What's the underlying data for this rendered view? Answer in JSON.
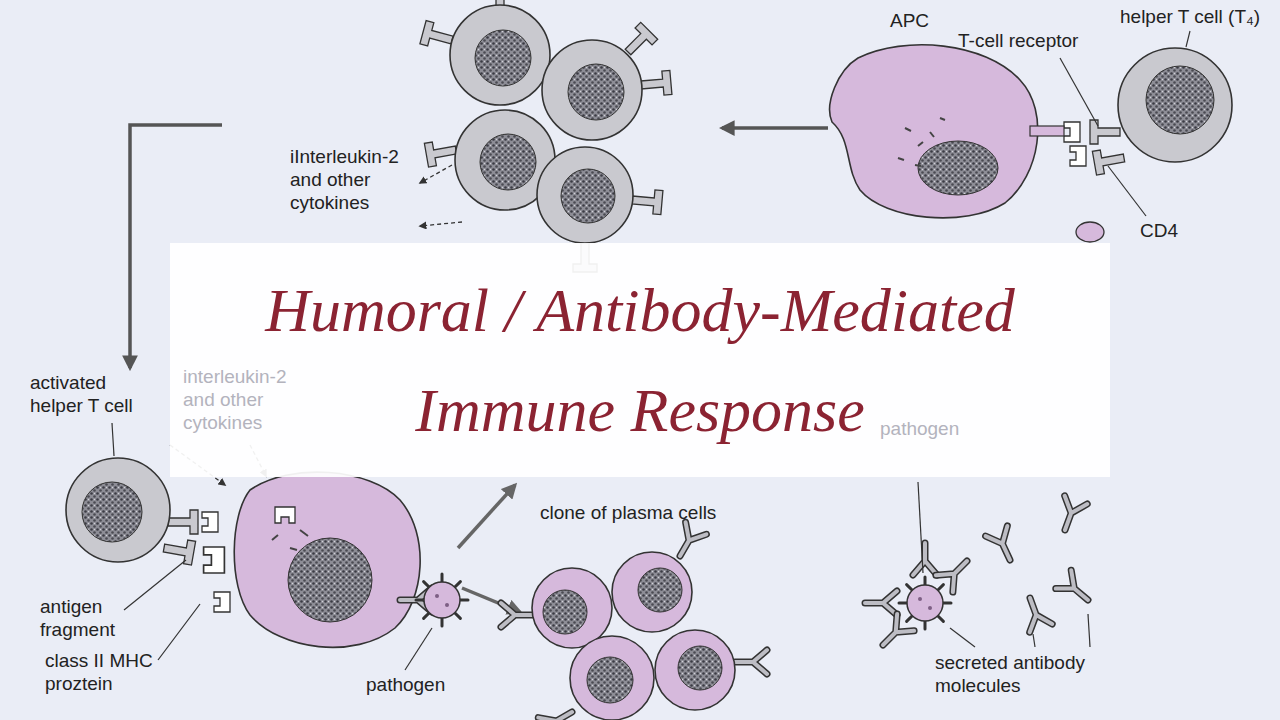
{
  "diagram": {
    "title": "Humoral / Antibody-Mediated Immune Response",
    "nodes": [
      {
        "text": [
          "APC"
        ]
      },
      {
        "text": [
          "helper T cell (T₄)"
        ]
      },
      {
        "text": [
          "iInterleukin-2 and other cytokines"
        ]
      },
      {
        "text": [
          "activated helper T cell"
        ]
      },
      {
        "text": [
          "clone of plasma cells"
        ]
      },
      {
        "text": [
          "secreted antibody molecules"
        ]
      }
    ],
    "edges": [
      {
        "from": 0,
        "to": 2,
        "arrow": "to"
      },
      {
        "from": 2,
        "to": 3,
        "arrow": "to"
      }
    ],
    "labels": [
      "T-cell receptor",
      "CD4",
      "interleukin-2 and other cytokines",
      "antigen fragment",
      "class II MHC proztein",
      "pathogen",
      "pathogen"
    ]
  }
}
